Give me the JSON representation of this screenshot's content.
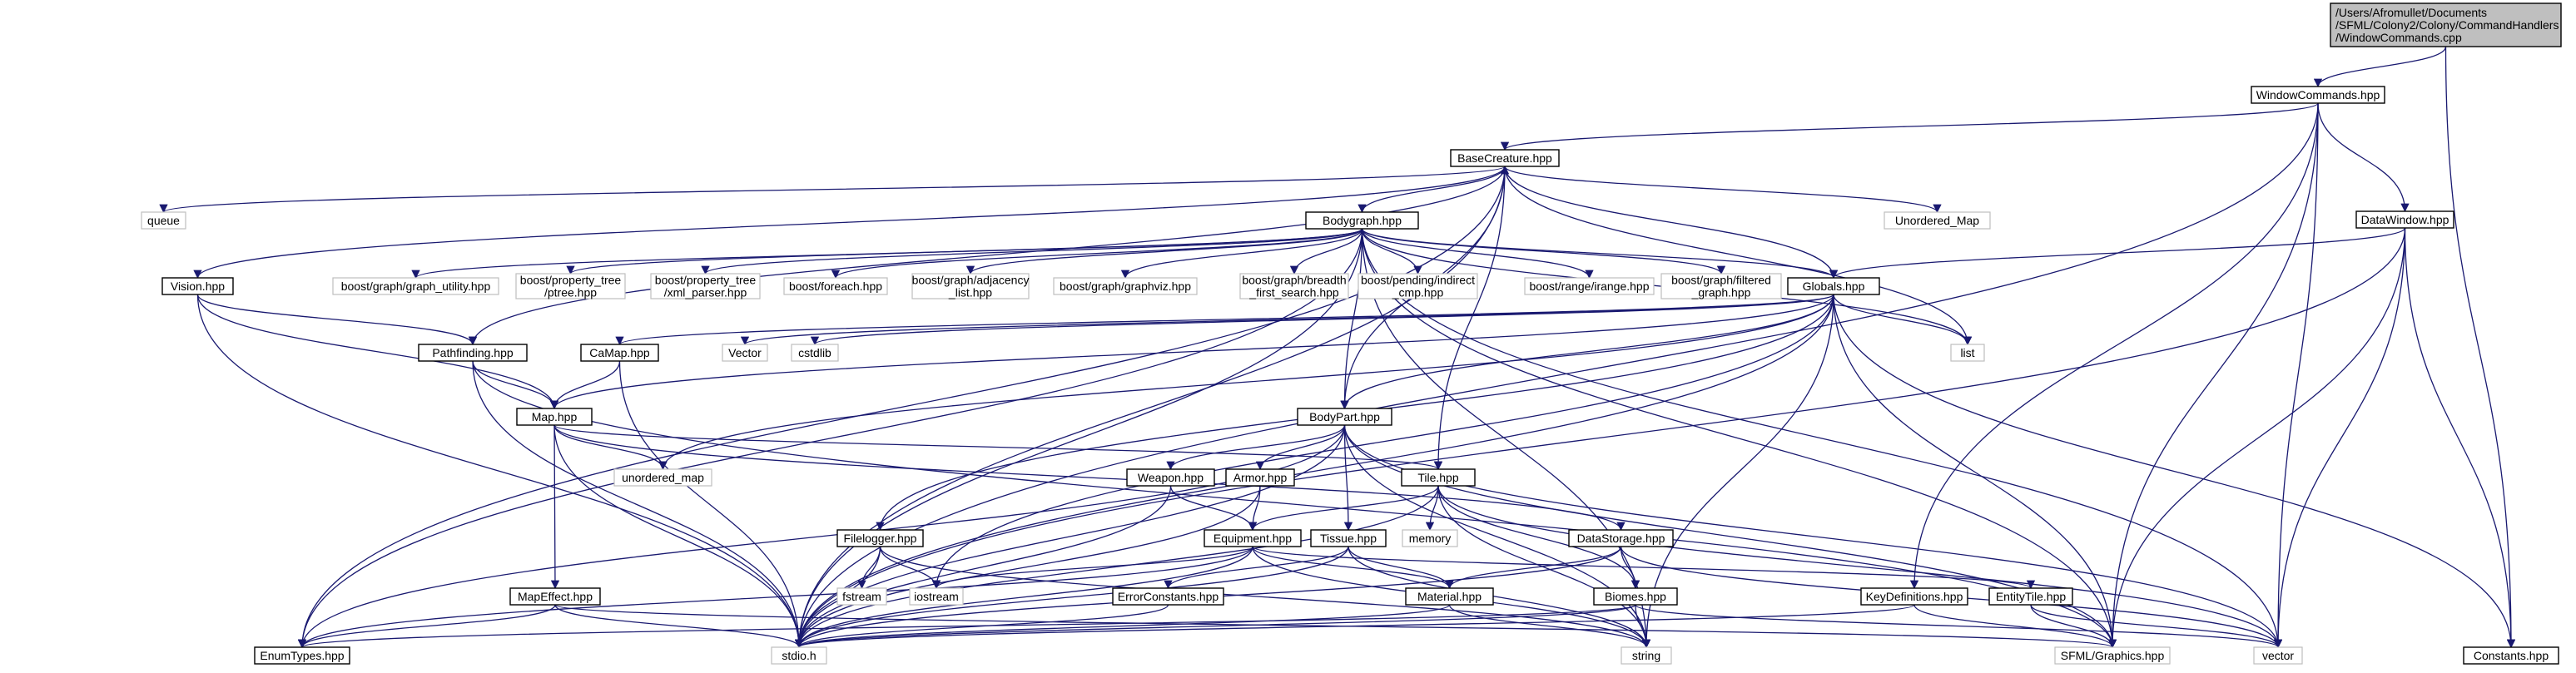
{
  "colors": {
    "edge": "#191970",
    "node_border": "#000000",
    "external_border": "#bfbfbf",
    "root_fill": "#bfbfbf",
    "background": "#ffffff"
  },
  "nodes": [
    {
      "id": "root",
      "lines": [
        "/Users/Afromullet/Documents",
        "/SFML/Colony2/Colony/CommandHandlers",
        "/WindowCommands.cpp"
      ],
      "kind": "root"
    },
    {
      "id": "windowcommands",
      "lines": [
        "WindowCommands.hpp"
      ],
      "kind": "header"
    },
    {
      "id": "basecreature",
      "lines": [
        "BaseCreature.hpp"
      ],
      "kind": "header"
    },
    {
      "id": "datawindow",
      "lines": [
        "DataWindow.hpp"
      ],
      "kind": "header"
    },
    {
      "id": "queue",
      "lines": [
        "queue"
      ],
      "kind": "external"
    },
    {
      "id": "vision",
      "lines": [
        "Vision.hpp"
      ],
      "kind": "header"
    },
    {
      "id": "bodygraph",
      "lines": [
        "Bodygraph.hpp"
      ],
      "kind": "header"
    },
    {
      "id": "unordered_Map_cap",
      "lines": [
        "Unordered_Map"
      ],
      "kind": "external"
    },
    {
      "id": "graph_utility",
      "lines": [
        "boost/graph/graph_utility.hpp"
      ],
      "kind": "external"
    },
    {
      "id": "ptree",
      "lines": [
        "boost/property_tree",
        "/ptree.hpp"
      ],
      "kind": "external"
    },
    {
      "id": "xml_parser",
      "lines": [
        "boost/property_tree",
        "/xml_parser.hpp"
      ],
      "kind": "external"
    },
    {
      "id": "foreach",
      "lines": [
        "boost/foreach.hpp"
      ],
      "kind": "external"
    },
    {
      "id": "adjacency",
      "lines": [
        "boost/graph/adjacency",
        "_list.hpp"
      ],
      "kind": "external"
    },
    {
      "id": "graphviz",
      "lines": [
        "boost/graph/graphviz.hpp"
      ],
      "kind": "external"
    },
    {
      "id": "bfs",
      "lines": [
        "boost/graph/breadth",
        "_first_search.hpp"
      ],
      "kind": "external"
    },
    {
      "id": "indirect",
      "lines": [
        "boost/pending/indirect",
        "_cmp.hpp"
      ],
      "kind": "external"
    },
    {
      "id": "irange",
      "lines": [
        "boost/range/irange.hpp"
      ],
      "kind": "external"
    },
    {
      "id": "filtered",
      "lines": [
        "boost/graph/filtered",
        "_graph.hpp"
      ],
      "kind": "external"
    },
    {
      "id": "globals",
      "lines": [
        "Globals.hpp"
      ],
      "kind": "header"
    },
    {
      "id": "pathfinding",
      "lines": [
        "Pathfinding.hpp"
      ],
      "kind": "header"
    },
    {
      "id": "camap",
      "lines": [
        "CaMap.hpp"
      ],
      "kind": "header"
    },
    {
      "id": "vector_cap",
      "lines": [
        "Vector"
      ],
      "kind": "external"
    },
    {
      "id": "cstdlib",
      "lines": [
        "cstdlib"
      ],
      "kind": "external"
    },
    {
      "id": "list",
      "lines": [
        "list"
      ],
      "kind": "external"
    },
    {
      "id": "map",
      "lines": [
        "Map.hpp"
      ],
      "kind": "header"
    },
    {
      "id": "bodypart",
      "lines": [
        "BodyPart.hpp"
      ],
      "kind": "header"
    },
    {
      "id": "unordered_map",
      "lines": [
        "unordered_map"
      ],
      "kind": "external"
    },
    {
      "id": "weapon",
      "lines": [
        "Weapon.hpp"
      ],
      "kind": "header"
    },
    {
      "id": "armor",
      "lines": [
        "Armor.hpp"
      ],
      "kind": "header"
    },
    {
      "id": "tile",
      "lines": [
        "Tile.hpp"
      ],
      "kind": "header"
    },
    {
      "id": "memory",
      "lines": [
        "memory"
      ],
      "kind": "external"
    },
    {
      "id": "filelogger",
      "lines": [
        "Filelogger.hpp"
      ],
      "kind": "header"
    },
    {
      "id": "equipment",
      "lines": [
        "Equipment.hpp"
      ],
      "kind": "header"
    },
    {
      "id": "tissue",
      "lines": [
        "Tissue.hpp"
      ],
      "kind": "header"
    },
    {
      "id": "datastorage",
      "lines": [
        "DataStorage.hpp"
      ],
      "kind": "header"
    },
    {
      "id": "fstream",
      "lines": [
        "fstream"
      ],
      "kind": "external"
    },
    {
      "id": "iostream",
      "lines": [
        "iostream"
      ],
      "kind": "external"
    },
    {
      "id": "mapeffect",
      "lines": [
        "MapEffect.hpp"
      ],
      "kind": "header"
    },
    {
      "id": "errorconstants",
      "lines": [
        "ErrorConstants.hpp"
      ],
      "kind": "header"
    },
    {
      "id": "material",
      "lines": [
        "Material.hpp"
      ],
      "kind": "header"
    },
    {
      "id": "biomes",
      "lines": [
        "Biomes.hpp"
      ],
      "kind": "header"
    },
    {
      "id": "keydefinitions",
      "lines": [
        "KeyDefinitions.hpp"
      ],
      "kind": "header"
    },
    {
      "id": "entitytile",
      "lines": [
        "EntityTile.hpp"
      ],
      "kind": "header"
    },
    {
      "id": "enumtypes",
      "lines": [
        "EnumTypes.hpp"
      ],
      "kind": "header"
    },
    {
      "id": "stdio",
      "lines": [
        "stdio.h"
      ],
      "kind": "external"
    },
    {
      "id": "string",
      "lines": [
        "string"
      ],
      "kind": "external"
    },
    {
      "id": "sfml",
      "lines": [
        "SFML/Graphics.hpp"
      ],
      "kind": "external"
    },
    {
      "id": "vector",
      "lines": [
        "vector"
      ],
      "kind": "external"
    },
    {
      "id": "constants",
      "lines": [
        "Constants.hpp"
      ],
      "kind": "header"
    }
  ],
  "edges": [
    [
      "root",
      "windowcommands"
    ],
    [
      "root",
      "constants"
    ],
    [
      "windowcommands",
      "basecreature"
    ],
    [
      "windowcommands",
      "datawindow"
    ],
    [
      "windowcommands",
      "keydefinitions"
    ],
    [
      "windowcommands",
      "stdio"
    ],
    [
      "windowcommands",
      "sfml"
    ],
    [
      "windowcommands",
      "vector"
    ],
    [
      "basecreature",
      "queue"
    ],
    [
      "basecreature",
      "vision"
    ],
    [
      "basecreature",
      "bodygraph"
    ],
    [
      "basecreature",
      "unordered_Map_cap"
    ],
    [
      "basecreature",
      "pathfinding"
    ],
    [
      "basecreature",
      "list"
    ],
    [
      "basecreature",
      "bodypart"
    ],
    [
      "basecreature",
      "enumtypes"
    ],
    [
      "basecreature",
      "stdio"
    ],
    [
      "basecreature",
      "tile"
    ],
    [
      "datawindow",
      "globals"
    ],
    [
      "datawindow",
      "sfml"
    ],
    [
      "datawindow",
      "vector"
    ],
    [
      "datawindow",
      "constants"
    ],
    [
      "datawindow",
      "stdio"
    ],
    [
      "bodygraph",
      "graph_utility"
    ],
    [
      "bodygraph",
      "ptree"
    ],
    [
      "bodygraph",
      "xml_parser"
    ],
    [
      "bodygraph",
      "foreach"
    ],
    [
      "bodygraph",
      "adjacency"
    ],
    [
      "bodygraph",
      "graphviz"
    ],
    [
      "bodygraph",
      "bfs"
    ],
    [
      "bodygraph",
      "indirect"
    ],
    [
      "bodygraph",
      "irange"
    ],
    [
      "bodygraph",
      "filtered"
    ],
    [
      "bodygraph",
      "globals"
    ],
    [
      "bodygraph",
      "list"
    ],
    [
      "bodygraph",
      "bodypart"
    ],
    [
      "bodygraph",
      "enumtypes"
    ],
    [
      "bodygraph",
      "stdio"
    ],
    [
      "bodygraph",
      "string"
    ],
    [
      "bodygraph",
      "vector"
    ],
    [
      "bodygraph",
      "sfml"
    ],
    [
      "globals",
      "basecreature"
    ],
    [
      "globals",
      "camap"
    ],
    [
      "globals",
      "vector_cap"
    ],
    [
      "globals",
      "cstdlib"
    ],
    [
      "globals",
      "list"
    ],
    [
      "globals",
      "map"
    ],
    [
      "globals",
      "unordered_map"
    ],
    [
      "globals",
      "filelogger"
    ],
    [
      "globals",
      "iostream"
    ],
    [
      "globals",
      "stdio"
    ],
    [
      "globals",
      "string"
    ],
    [
      "globals",
      "sfml"
    ],
    [
      "globals",
      "constants"
    ],
    [
      "globals",
      "bodypart"
    ],
    [
      "vision",
      "pathfinding"
    ],
    [
      "vision",
      "map"
    ],
    [
      "vision",
      "stdio"
    ],
    [
      "pathfinding",
      "map"
    ],
    [
      "pathfinding",
      "stdio"
    ],
    [
      "pathfinding",
      "sfml"
    ],
    [
      "camap",
      "map"
    ],
    [
      "camap",
      "stdio"
    ],
    [
      "map",
      "unordered_map"
    ],
    [
      "map",
      "tile"
    ],
    [
      "map",
      "datastorage"
    ],
    [
      "map",
      "mapeffect"
    ],
    [
      "map",
      "stdio"
    ],
    [
      "bodypart",
      "weapon"
    ],
    [
      "bodypart",
      "armor"
    ],
    [
      "bodypart",
      "tissue"
    ],
    [
      "bodypart",
      "enumtypes"
    ],
    [
      "bodypart",
      "stdio"
    ],
    [
      "bodypart",
      "string"
    ],
    [
      "bodypart",
      "vector"
    ],
    [
      "bodypart",
      "sfml"
    ],
    [
      "weapon",
      "equipment"
    ],
    [
      "weapon",
      "stdio"
    ],
    [
      "armor",
      "equipment"
    ],
    [
      "armor",
      "stdio"
    ],
    [
      "tile",
      "memory"
    ],
    [
      "tile",
      "equipment"
    ],
    [
      "tile",
      "biomes"
    ],
    [
      "tile",
      "stdio"
    ],
    [
      "tile",
      "string"
    ],
    [
      "tile",
      "vector"
    ],
    [
      "filelogger",
      "fstream"
    ],
    [
      "filelogger",
      "iostream"
    ],
    [
      "filelogger",
      "string"
    ],
    [
      "filelogger",
      "stdio"
    ],
    [
      "equipment",
      "iostream"
    ],
    [
      "equipment",
      "material"
    ],
    [
      "equipment",
      "enumtypes"
    ],
    [
      "equipment",
      "stdio"
    ],
    [
      "equipment",
      "string"
    ],
    [
      "equipment",
      "entitytile"
    ],
    [
      "tissue",
      "errorconstants"
    ],
    [
      "tissue",
      "material"
    ],
    [
      "tissue",
      "stdio"
    ],
    [
      "tissue",
      "string"
    ],
    [
      "datastorage",
      "material"
    ],
    [
      "datastorage",
      "biomes"
    ],
    [
      "datastorage",
      "stdio"
    ],
    [
      "datastorage",
      "vector"
    ],
    [
      "mapeffect",
      "enumtypes"
    ],
    [
      "mapeffect",
      "stdio"
    ],
    [
      "mapeffect",
      "sfml"
    ],
    [
      "errorconstants",
      "stdio"
    ],
    [
      "material",
      "stdio"
    ],
    [
      "material",
      "string"
    ],
    [
      "biomes",
      "enumtypes"
    ],
    [
      "biomes",
      "stdio"
    ],
    [
      "biomes",
      "string"
    ],
    [
      "biomes",
      "vector"
    ],
    [
      "keydefinitions",
      "sfml"
    ],
    [
      "keydefinitions",
      "stdio"
    ],
    [
      "entitytile",
      "sfml"
    ],
    [
      "entitytile",
      "vector"
    ]
  ]
}
